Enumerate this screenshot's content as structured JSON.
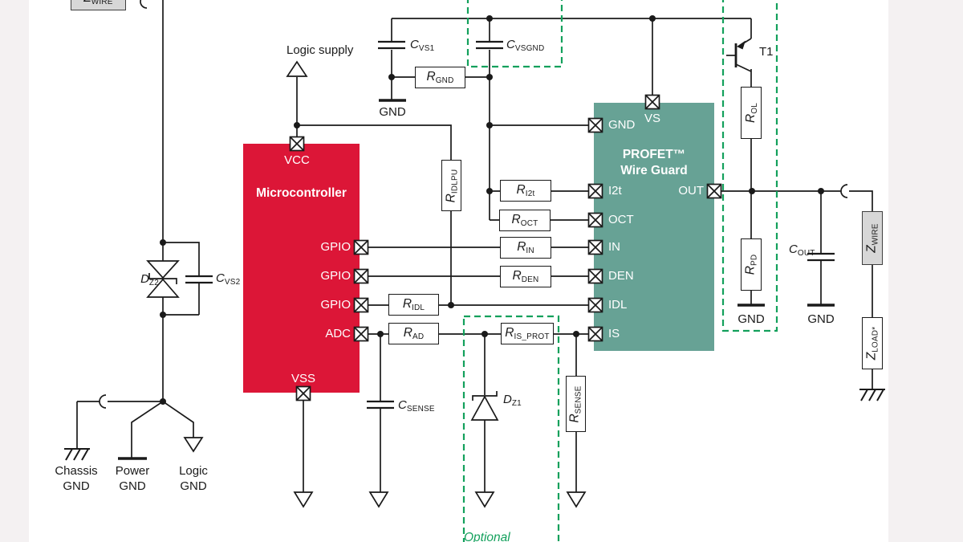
{
  "colors": {
    "mc_red": "#dc1637",
    "profet_green": "#67a295",
    "optional_green": "#13a05c",
    "wire": "#1a1a1a",
    "zwire_gray": "#d7d7d7"
  },
  "blocks": {
    "mc": {
      "title": "Microcontroller",
      "pin_vcc": "VCC",
      "pin_gpio": "GPIO",
      "pin_adc": "ADC",
      "pin_vss": "VSS"
    },
    "profet": {
      "title_line1": "PROFET™",
      "title_line2": "Wire Guard",
      "pin_vs": "VS",
      "pin_gnd": "GND",
      "pin_i2t": "I2t",
      "pin_oct": "OCT",
      "pin_in": "IN",
      "pin_den": "DEN",
      "pin_idl": "IDL",
      "pin_is": "IS",
      "pin_out": "OUT"
    }
  },
  "components": {
    "z_wire_top": {
      "m": "Z",
      "s": "WIRE"
    },
    "c_vs1": {
      "m": "C",
      "s": "VS1"
    },
    "c_vsgnd": {
      "m": "C",
      "s": "VSGND"
    },
    "r_gnd": {
      "m": "R",
      "s": "GND"
    },
    "r_idlpu": {
      "m": "R",
      "s": "IDLPU"
    },
    "r_i2t": {
      "m": "R",
      "s": "I2t"
    },
    "r_oct": {
      "m": "R",
      "s": "OCT"
    },
    "r_in": {
      "m": "R",
      "s": "IN"
    },
    "r_den": {
      "m": "R",
      "s": "DEN"
    },
    "r_idl": {
      "m": "R",
      "s": "IDL"
    },
    "r_ad": {
      "m": "R",
      "s": "AD"
    },
    "r_is_prot": {
      "m": "R",
      "s": "IS_PROT"
    },
    "r_sense": {
      "m": "R",
      "s": "SENSE"
    },
    "r_ol": {
      "m": "R",
      "s": "OL"
    },
    "r_pd": {
      "m": "R",
      "s": "PD"
    },
    "c_vs2": {
      "m": "C",
      "s": "VS2"
    },
    "c_sense": {
      "m": "C",
      "s": "SENSE"
    },
    "c_out": {
      "m": "C",
      "s": "OUT"
    },
    "d_z1": {
      "m": "D",
      "s": "Z1"
    },
    "d_z2": {
      "m": "D",
      "s": "Z2"
    },
    "z_wire": {
      "m": "Z",
      "s": "WIRE"
    },
    "z_load": {
      "m": "Z",
      "s": "LOAD*"
    },
    "t1": "T1"
  },
  "labels": {
    "logic_supply": "Logic supply",
    "gnd": "GND",
    "chassis_gnd_1": "Chassis",
    "chassis_gnd_2": "GND",
    "power_gnd_1": "Power",
    "power_gnd_2": "GND",
    "logic_gnd_1": "Logic",
    "logic_gnd_2": "GND",
    "optional": "Optional"
  }
}
